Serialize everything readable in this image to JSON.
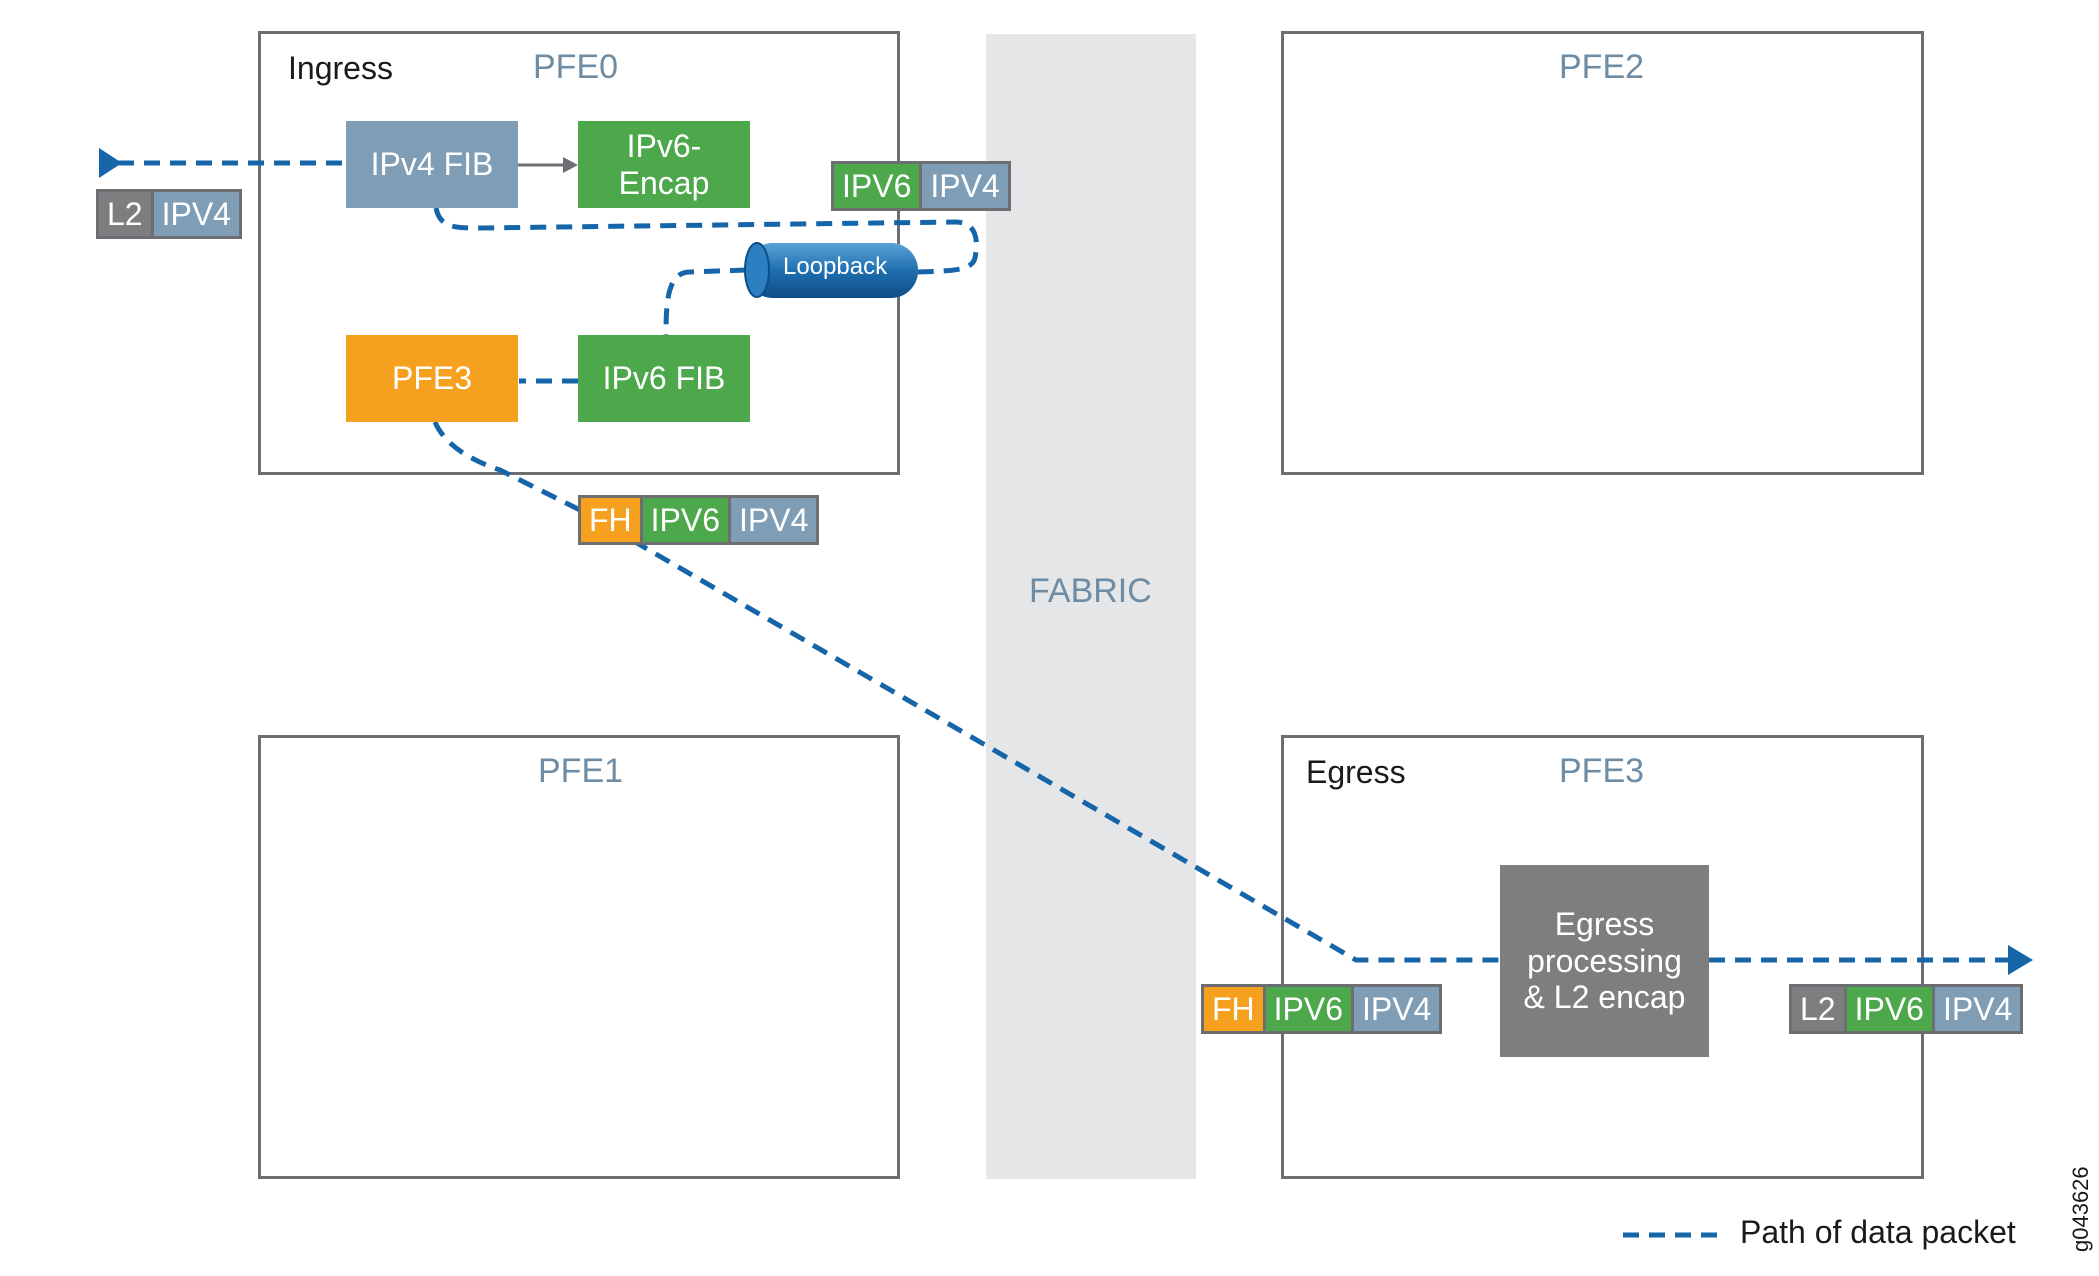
{
  "fabric": {
    "label": "FABRIC"
  },
  "pfe0": {
    "title": "PFE0",
    "role": "Ingress",
    "blocks": {
      "ipv4_fib": "IPv4 FIB",
      "ipv6_encap": "IPv6-\nEncap",
      "pfe3": "PFE3",
      "ipv6_fib": "IPv6 FIB"
    },
    "loopback": "Loopback"
  },
  "pfe1": {
    "title": "PFE1"
  },
  "pfe2": {
    "title": "PFE2"
  },
  "pfe3": {
    "title": "PFE3",
    "role": "Egress",
    "egress_block": "Egress\nprocessing\n& L2 encap"
  },
  "headers": {
    "input": [
      "L2",
      "IPV4"
    ],
    "after_encap": [
      "IPV6",
      "IPV4"
    ],
    "after_fib": [
      "FH",
      "IPV6",
      "IPV4"
    ],
    "egress_in": [
      "FH",
      "IPV6",
      "IPV4"
    ],
    "output": [
      "L2",
      "IPV6",
      "IPV4"
    ]
  },
  "legend": {
    "path_label": "Path of data packet"
  },
  "figure_id": "g043626",
  "colors": {
    "path": "#1565a8",
    "ipv4": "#7f9eb6",
    "ipv6": "#4ca84b",
    "fh": "#f5a11f",
    "l2": "#7e7e80"
  }
}
